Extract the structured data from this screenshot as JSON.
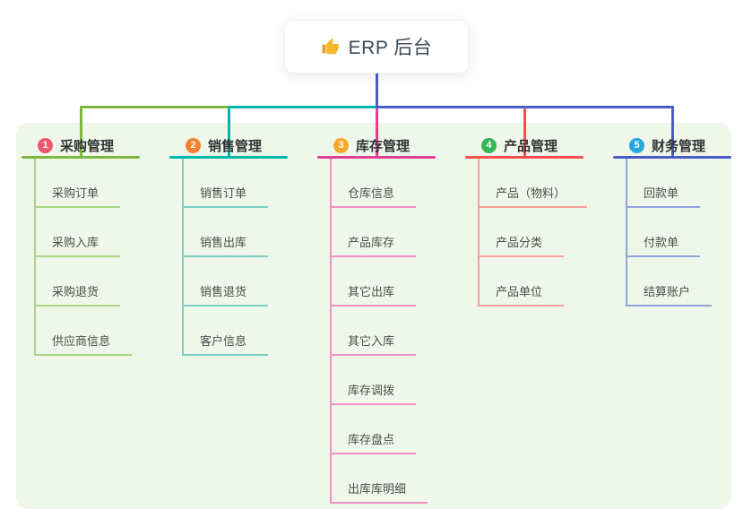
{
  "root": {
    "label": "ERP 后台",
    "icon": "thumbs-up-icon",
    "icon_color": "#f5b82e",
    "connector_color": "#4a5cc5"
  },
  "panel": {
    "background": "#eef7e9"
  },
  "branches": [
    {
      "badge": "1",
      "label": "采购管理",
      "badge_color": "#f2566e",
      "line_color": "#7cb93e",
      "child_line_color": "#a9d585",
      "children": [
        "采购订单",
        "采购入库",
        "采购退货",
        "供应商信息"
      ]
    },
    {
      "badge": "2",
      "label": "销售管理",
      "badge_color": "#f57f2c",
      "line_color": "#00b7ab",
      "child_line_color": "#7ad0c6",
      "children": [
        "销售订单",
        "销售出库",
        "销售退货",
        "客户信息"
      ]
    },
    {
      "badge": "3",
      "label": "库存管理",
      "badge_color": "#f7a829",
      "line_color": "#e23e96",
      "child_line_color": "#f191c6",
      "children": [
        "仓库信息",
        "产品库存",
        "其它出库",
        "其它入库",
        "库存调拨",
        "库存盘点",
        "出库库明细"
      ]
    },
    {
      "badge": "4",
      "label": "产品管理",
      "badge_color": "#35b653",
      "line_color": "#f4504e",
      "child_line_color": "#f9a19c",
      "children": [
        "产品（物料）",
        "产品分类",
        "产品单位"
      ]
    },
    {
      "badge": "5",
      "label": "财务管理",
      "badge_color": "#25a8dc",
      "line_color": "#4a5cc5",
      "child_line_color": "#93a3dd",
      "children": [
        "回款单",
        "付款单",
        "结算账户"
      ]
    }
  ]
}
